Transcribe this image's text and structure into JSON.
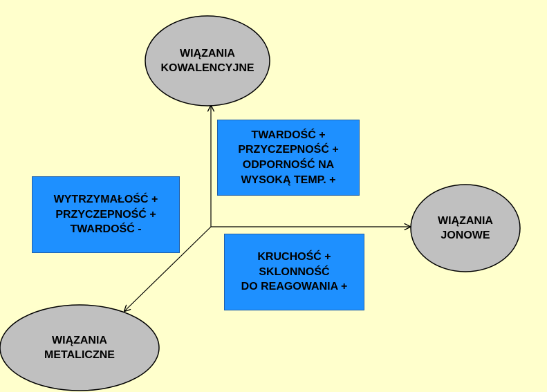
{
  "nodes": {
    "covalent": "WIĄZANIA\nKOWALENCYJNE",
    "ionic": "WIĄZANIA\nJONOWE",
    "metallic": "WIĄZANIA\nMETALICZNE"
  },
  "boxes": {
    "covalent_properties": "TWARDOŚĆ +\nPRZYCZEPNOŚĆ +\nODPORNOŚĆ NA\nWYSOKĄ TEMP. +",
    "metallic_properties": "WYTRZYMAŁOŚĆ +\nPRZYCZEPNOŚĆ +\nTWARDOŚĆ -",
    "ionic_properties": "KRUCHOŚĆ +\nSKLONNOŚĆ\nDO REAGOWANIA +"
  },
  "colors": {
    "background": "#FFFFCC",
    "ellipse_fill": "#C0C0C0",
    "box_fill": "#1E90FF",
    "outline": "#000000"
  }
}
